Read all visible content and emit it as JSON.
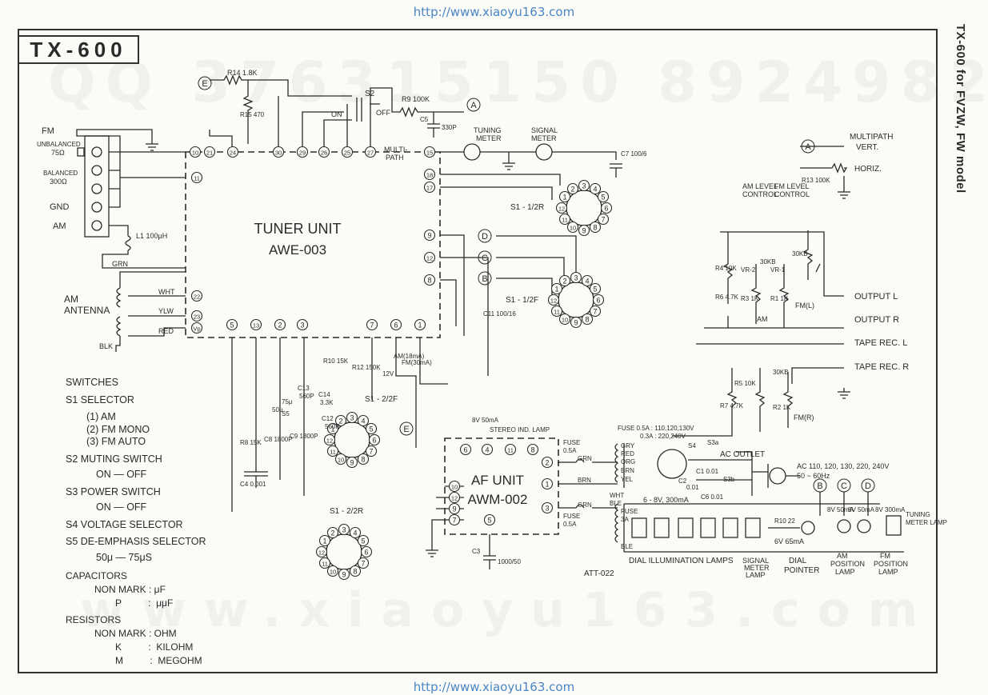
{
  "header": {
    "url_top": "http://www.xiaoyu163.com",
    "url_bottom": "http://www.xiaoyu163.com",
    "model": "TX-600",
    "side_note": "TX-600 for FVZW, FW model"
  },
  "watermarks": {
    "top": "QQ 376315150   892498299",
    "bottom": "www.xiaoyu163.com"
  },
  "units": {
    "tuner_title": "TUNER UNIT",
    "tuner_model": "AWE-003",
    "af_title": "AF UNIT",
    "af_model": "AWM-002"
  },
  "labels": {
    "fm": "FM",
    "unbalanced": "UNBALANCED",
    "unbalanced_val": "75Ω",
    "balanced": "BALANCED",
    "balanced_val": "300Ω",
    "gnd": "GND",
    "am": "AM",
    "l1": "L1 100μH",
    "am_antenna_1": "AM",
    "am_antenna_2": "ANTENNA",
    "grn": "GRN",
    "wht": "WHT",
    "ylw": "YLW",
    "red": "RED",
    "blk": "BLK",
    "r14": "R14 1.8K",
    "r15": "R15 470",
    "s2": "S2",
    "s2_on": "ON",
    "s2_off": "OFF",
    "r9": "R9 100K",
    "c5": "C5",
    "c5_val": "330P",
    "tuning_meter_1": "TUNING",
    "tuning_meter_2": "METER",
    "signal_meter_1": "SIGNAL",
    "signal_meter_2": "METER",
    "multipath_1": "MULTI-",
    "multipath_2": "PATH",
    "c7": "C7 100/6",
    "multipath_out_1": "MULTIPATH",
    "multipath_out_2": "VERT.",
    "horiz": "HORIZ.",
    "r13": "R13 100K",
    "s1_half_r": "S1 - 1/2R",
    "s1_half_f": "S1 - 1/2F",
    "s1_2_2f": "S1 - 2/2F",
    "s1_2_2r": "S1 - 2/2R",
    "c11": "C11 100/16",
    "am_level_1": "AM LEVEL",
    "am_level_2": "CONTROL",
    "fm_level_1": "FM LEVEL",
    "fm_level_2": "CONTROL",
    "r4": "R4 10K",
    "vr2": "VR-2",
    "vr2_val": "30KB",
    "vr1": "VR-1",
    "vr1_val": "30KB",
    "r6": "R6 4.7K",
    "r3": "R3 1K",
    "am_out": "AM",
    "r1": "R1 1K",
    "fm_l": "FM(L)",
    "output_l": "OUTPUT L",
    "output_r": "OUTPUT R",
    "tape_rec_l": "TAPE REC. L",
    "tape_rec_r": "TAPE REC. R",
    "r5": "R5 10K",
    "r7": "R7 4.7K",
    "vr_r_val": "30KB",
    "r2": "R2 1K",
    "fm_r": "FM(R)",
    "r10": "R10 15K",
    "r12": "R12 150K",
    "am_18ma": "AM(18mA)",
    "fm_30ma": "FM(30mA)",
    "v12": "12V",
    "stereo_lamp_1": "STEREO IND. LAMP",
    "stereo_lamp_2": "8V 50mA",
    "r8": "R8 15K",
    "c4": "C4 0.001",
    "c8": "C8 1800P",
    "s5": "S5",
    "s5_50": "50μ",
    "s5_75": "75μ",
    "c9": "C9 1800P",
    "c13": "C13",
    "c13_val": "560P",
    "c12": "C12",
    "c12_val": "560P",
    "c14": "C14",
    "c14_val": "3.3K",
    "c3": "C3",
    "c3_val": "1000/50",
    "fuse_05a_1": "FUSE",
    "fuse_05a_1_val": "0.5A",
    "fuse_05a_2": "FUSE",
    "fuse_05a_2_val": "0.5A",
    "fuse_main_1": "FUSE 0.5A : 110,120,130V",
    "fuse_main_2": "0.3A : 220,240V",
    "gry": "GRY",
    "red2": "RED",
    "org": "ORG",
    "brn": "BRN",
    "yel": "YEL",
    "s4": "S4",
    "s3a": "S3a",
    "s3b": "S3b",
    "ac_outlet": "AC OUTLET",
    "c1": "C1 0.01",
    "c2": "C2",
    "c2_val": "0.01",
    "c6": "C6 0.01",
    "ac_in_1": "AC  110, 120, 130, 220, 240V",
    "ac_in_2": "50 ~ 60Hz",
    "wht2": "WHT",
    "ble": "BLE",
    "fuse_3a_1": "FUSE",
    "fuse_3a_2": "3A",
    "ble2": "BLE",
    "lamps_rating": "6 - 8V, 300mA",
    "r10b": "R10 22",
    "dial_rating": "6V 65mA",
    "am_pos_rating": "8V 50mA",
    "fm_pos_rating_1": "8V 50mA",
    "fm_pos_rating_2": "8V 300mA",
    "tuning_lamp_1": "TUNING",
    "tuning_lamp_2": "METER LAMP",
    "att": "ATT-022",
    "dial_illum": "DIAL  ILLUMINATION  LAMPS",
    "signal_meter_lamp_1": "SIGNAL",
    "signal_meter_lamp_2": "METER",
    "signal_meter_lamp_3": "LAMP",
    "dial_pointer_1": "DIAL",
    "dial_pointer_2": "POINTER",
    "am_pos_lamp_1": "AM",
    "am_pos_lamp_2": "POSITION",
    "am_pos_lamp_3": "LAMP",
    "fm_pos_lamp_1": "FM",
    "fm_pos_lamp_2": "POSITION",
    "fm_pos_lamp_3": "LAMP",
    "grn_a": "GRN",
    "brn_a": "BRN",
    "grn_b": "GRN"
  },
  "connectors": {
    "E": "E",
    "A": "A",
    "B": "B",
    "C": "C",
    "D": "D"
  },
  "tuner_pins_top": [
    "10",
    "21",
    "24",
    "30",
    "29",
    "26",
    "25",
    "27"
  ],
  "tuner_pins_left": [
    "11",
    "22",
    "23",
    "Vp"
  ],
  "tuner_pins_right": [
    "15",
    "18",
    "17",
    "9",
    "12",
    "8"
  ],
  "tuner_pins_bottom": [
    "5",
    "13",
    "2",
    "3",
    "7",
    "6",
    "1"
  ],
  "af_pins_top": [
    "6",
    "4",
    "11",
    "8"
  ],
  "af_pins_left": [
    "10",
    "12",
    "9",
    "7"
  ],
  "af_pins_right": [
    "2",
    "1",
    "3"
  ],
  "af_pin_bottom": "5",
  "switch_pins": [
    "1",
    "2",
    "3",
    "4",
    "5",
    "6",
    "7",
    "8",
    "9",
    "10",
    "11",
    "12"
  ],
  "legend": {
    "switches_title": "SWITCHES",
    "s1": "S1  SELECTOR",
    "s1_1": "(1)  AM",
    "s1_2": "(2)  FM  MONO",
    "s1_3": "(3)  FM  AUTO",
    "s2": "S2  MUTING SWITCH",
    "s2_v": "ON  —  OFF",
    "s3": "S3  POWER SWITCH",
    "s3_v": "ON  —  OFF",
    "s4": "S4  VOLTAGE SELECTOR",
    "s5": "S5  DE-EMPHASIS SELECTOR",
    "s5_v": "50μ  —  75μS",
    "capacitors_title": "CAPACITORS",
    "cap_nonmark": "NON  MARK  :  μF",
    "cap_p": "P          :  μμF",
    "resistors_title": "RESISTORS",
    "res_nonmark": "NON  MARK  :  OHM",
    "res_k": "K          :  KILOHM",
    "res_m": "M          :  MEGOHM"
  },
  "colors": {
    "line": "#2a2a2a",
    "url": "#4a86c5",
    "paper": "#fbfbf8"
  }
}
